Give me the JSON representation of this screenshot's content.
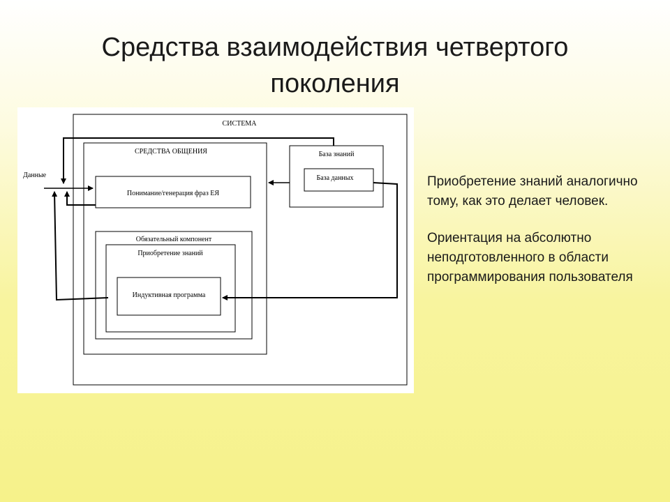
{
  "slide": {
    "title_line1": "Средства взаимодействия четвертого",
    "title_line2": "поколения"
  },
  "diagram": {
    "labels": {
      "system": "СИСТЕМА",
      "communication": "СРЕДСТВА ОБЩЕНИЯ",
      "knowledge_base": "База знаний",
      "database": "База данных",
      "understanding": "Понимание/генерация фраз ЕЯ",
      "learning_component": "Обязательный компонент",
      "knowledge_acquisition": "Приобретение знаний",
      "inductive_program": "Индуктивная программа",
      "data_input": "Данные"
    }
  },
  "text": {
    "paragraph1": "Приобретение  знаний аналогично тому, как это делает человек.",
    "paragraph2": "Ориентация на абсолютно неподготовленного в области программирования пользователя"
  },
  "colors": {
    "line": "#000000",
    "panel": "#ffffff"
  }
}
